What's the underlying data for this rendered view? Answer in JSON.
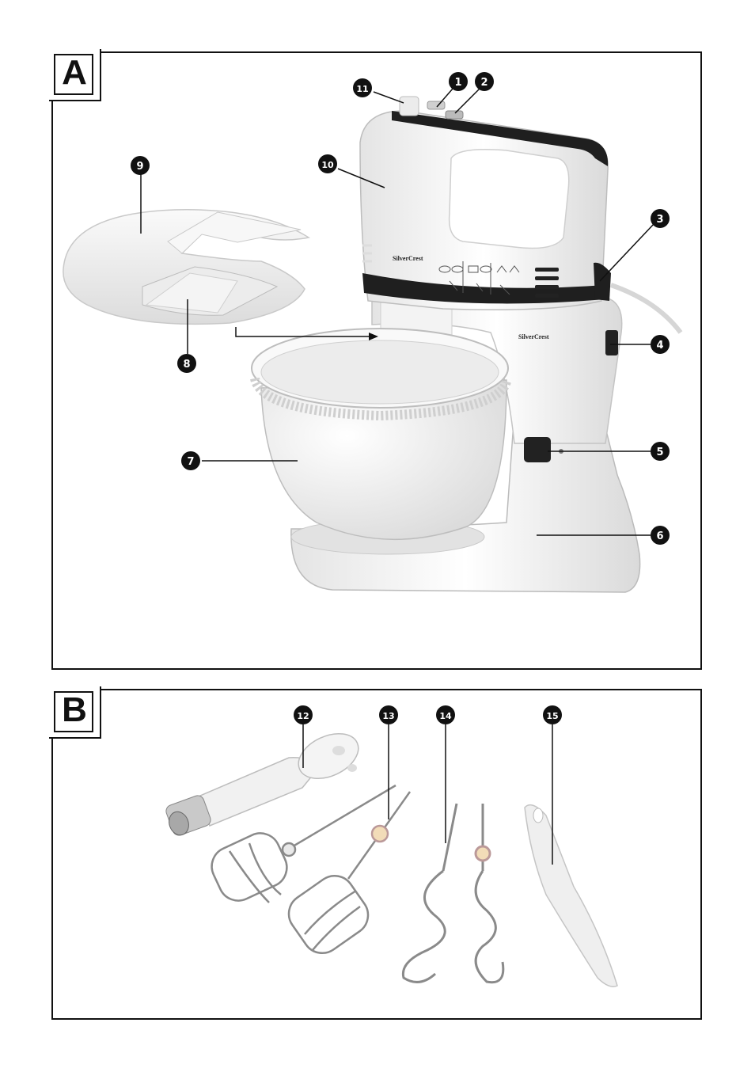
{
  "panels": {
    "a": {
      "label": "A"
    },
    "b": {
      "label": "B"
    }
  },
  "brand": {
    "mixer_text": "SilverCrest",
    "stand_text": "SilverCrest"
  },
  "callouts": {
    "c1": "1",
    "c2": "2",
    "c3": "3",
    "c4": "4",
    "c5": "5",
    "c6": "6",
    "c7": "7",
    "c8": "8",
    "c9": "9",
    "c10": "10",
    "c11": "11",
    "c12": "12",
    "c13": "13",
    "c14": "14",
    "c15": "15"
  },
  "colors": {
    "line": "#111111",
    "body": "#f6f6f6",
    "shade": "#d9d9d9",
    "dark": "#1f1f1f",
    "steel": "#8a8a8a"
  }
}
